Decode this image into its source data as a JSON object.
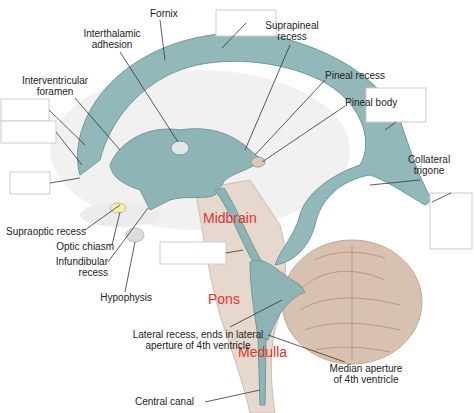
{
  "diagram": {
    "labels": [
      "Interthalamic adhesion",
      "Fornix",
      "Suprapineal recess",
      "Pineal recess",
      "Pineal body",
      "Interventricular foramen",
      "Collateral trigone",
      "Supraoptic recess",
      "Optic chiasm",
      "Infundibular recess",
      "Hypophysis",
      "Midbrain",
      "Pons",
      "Medulla",
      "Lateral recess, ends in lateral aperture of 4th ventricle",
      "Median aperture of 4th ventricle",
      "Central canal"
    ]
  }
}
